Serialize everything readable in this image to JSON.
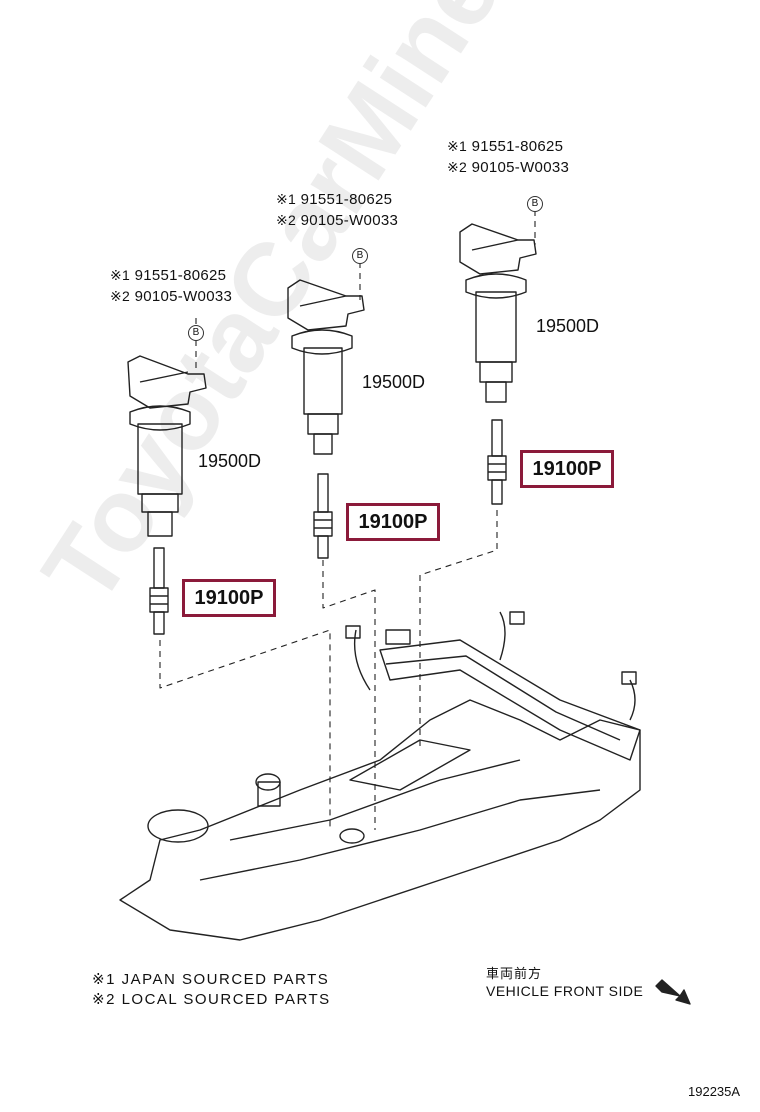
{
  "watermark": "ToyotaCarMine.ru",
  "callouts": [
    {
      "mark1": "※1",
      "num1": "91551-80625",
      "mark2": "※2",
      "num2": "90105-W0033",
      "bolt": "B"
    },
    {
      "mark1": "※1",
      "num1": "91551-80625",
      "mark2": "※2",
      "num2": "90105-W0033",
      "bolt": "B"
    },
    {
      "mark1": "※1",
      "num1": "91551-80625",
      "mark2": "※2",
      "num2": "90105-W0033",
      "bolt": "B"
    }
  ],
  "coil_parts": [
    "19500D",
    "19500D",
    "19500D"
  ],
  "spark_parts": [
    "19100P",
    "19100P",
    "19100P"
  ],
  "notes": {
    "japan": "※1 JAPAN SOURCED PARTS",
    "local": "※2 LOCAL SOURCED PARTS"
  },
  "direction": {
    "jp": "車両前方",
    "en": "VEHICLE FRONT SIDE"
  },
  "figure_id": "192235A",
  "colors": {
    "highlight": "#8b1a3a",
    "line": "#222222"
  }
}
